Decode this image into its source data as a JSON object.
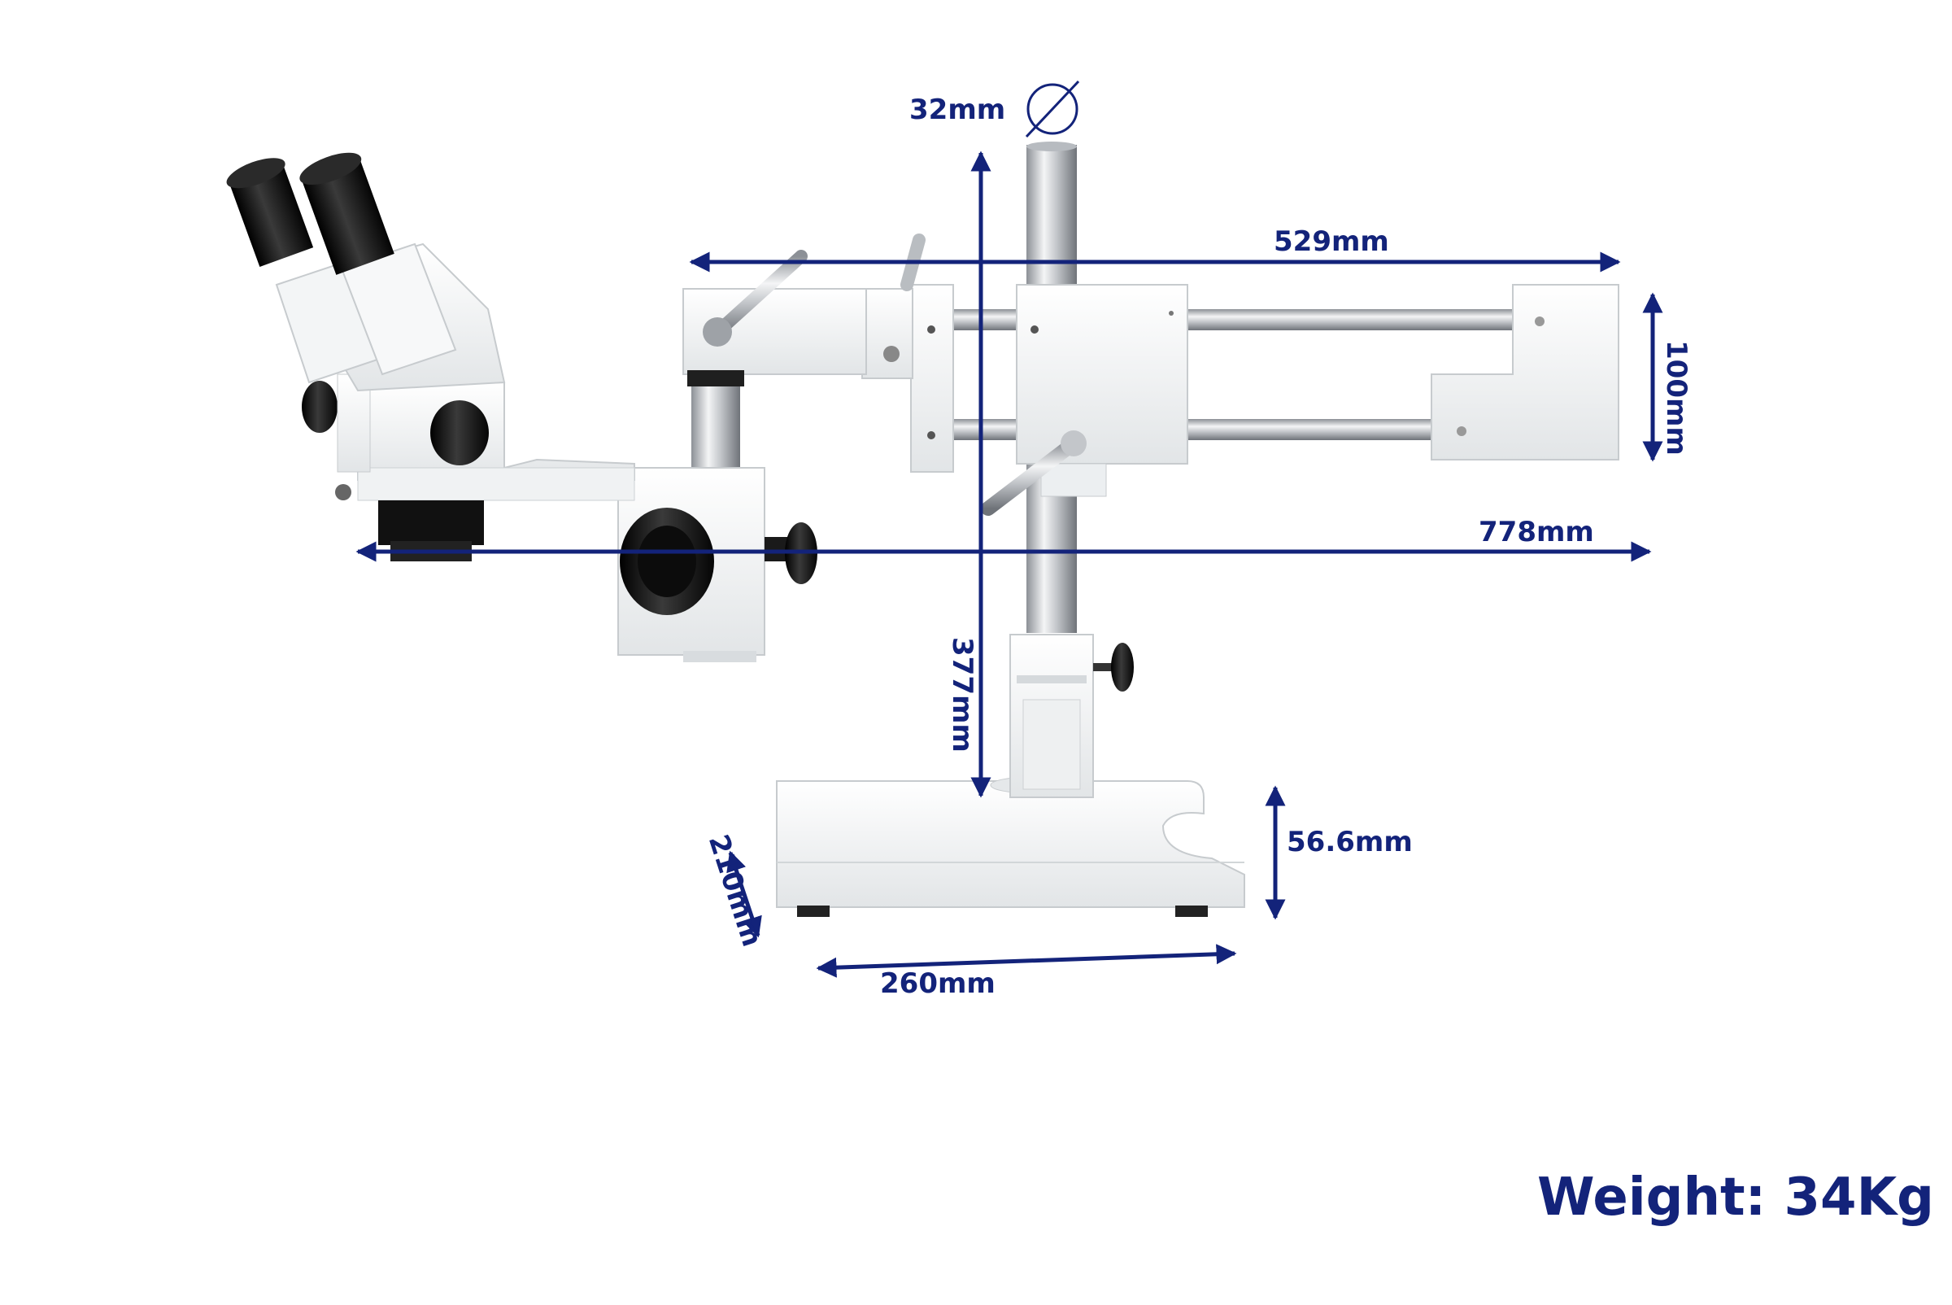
{
  "colors": {
    "annotation": "#13237a",
    "background": "#ffffff",
    "stand": "#f1f3f4",
    "chrome": "#c9ccd0",
    "black_parts": "#1a1a1a"
  },
  "dimensions": {
    "pillar_diameter": "32mm",
    "horizontal_arm": "529mm",
    "arm_block_height": "100mm",
    "total_reach": "778mm",
    "pillar_height": "377mm",
    "base_depth": "210mm",
    "base_height": "56.6mm",
    "base_width": "260mm"
  },
  "weight": "Weight: 34Kg",
  "icons": [
    "diameter-icon"
  ]
}
